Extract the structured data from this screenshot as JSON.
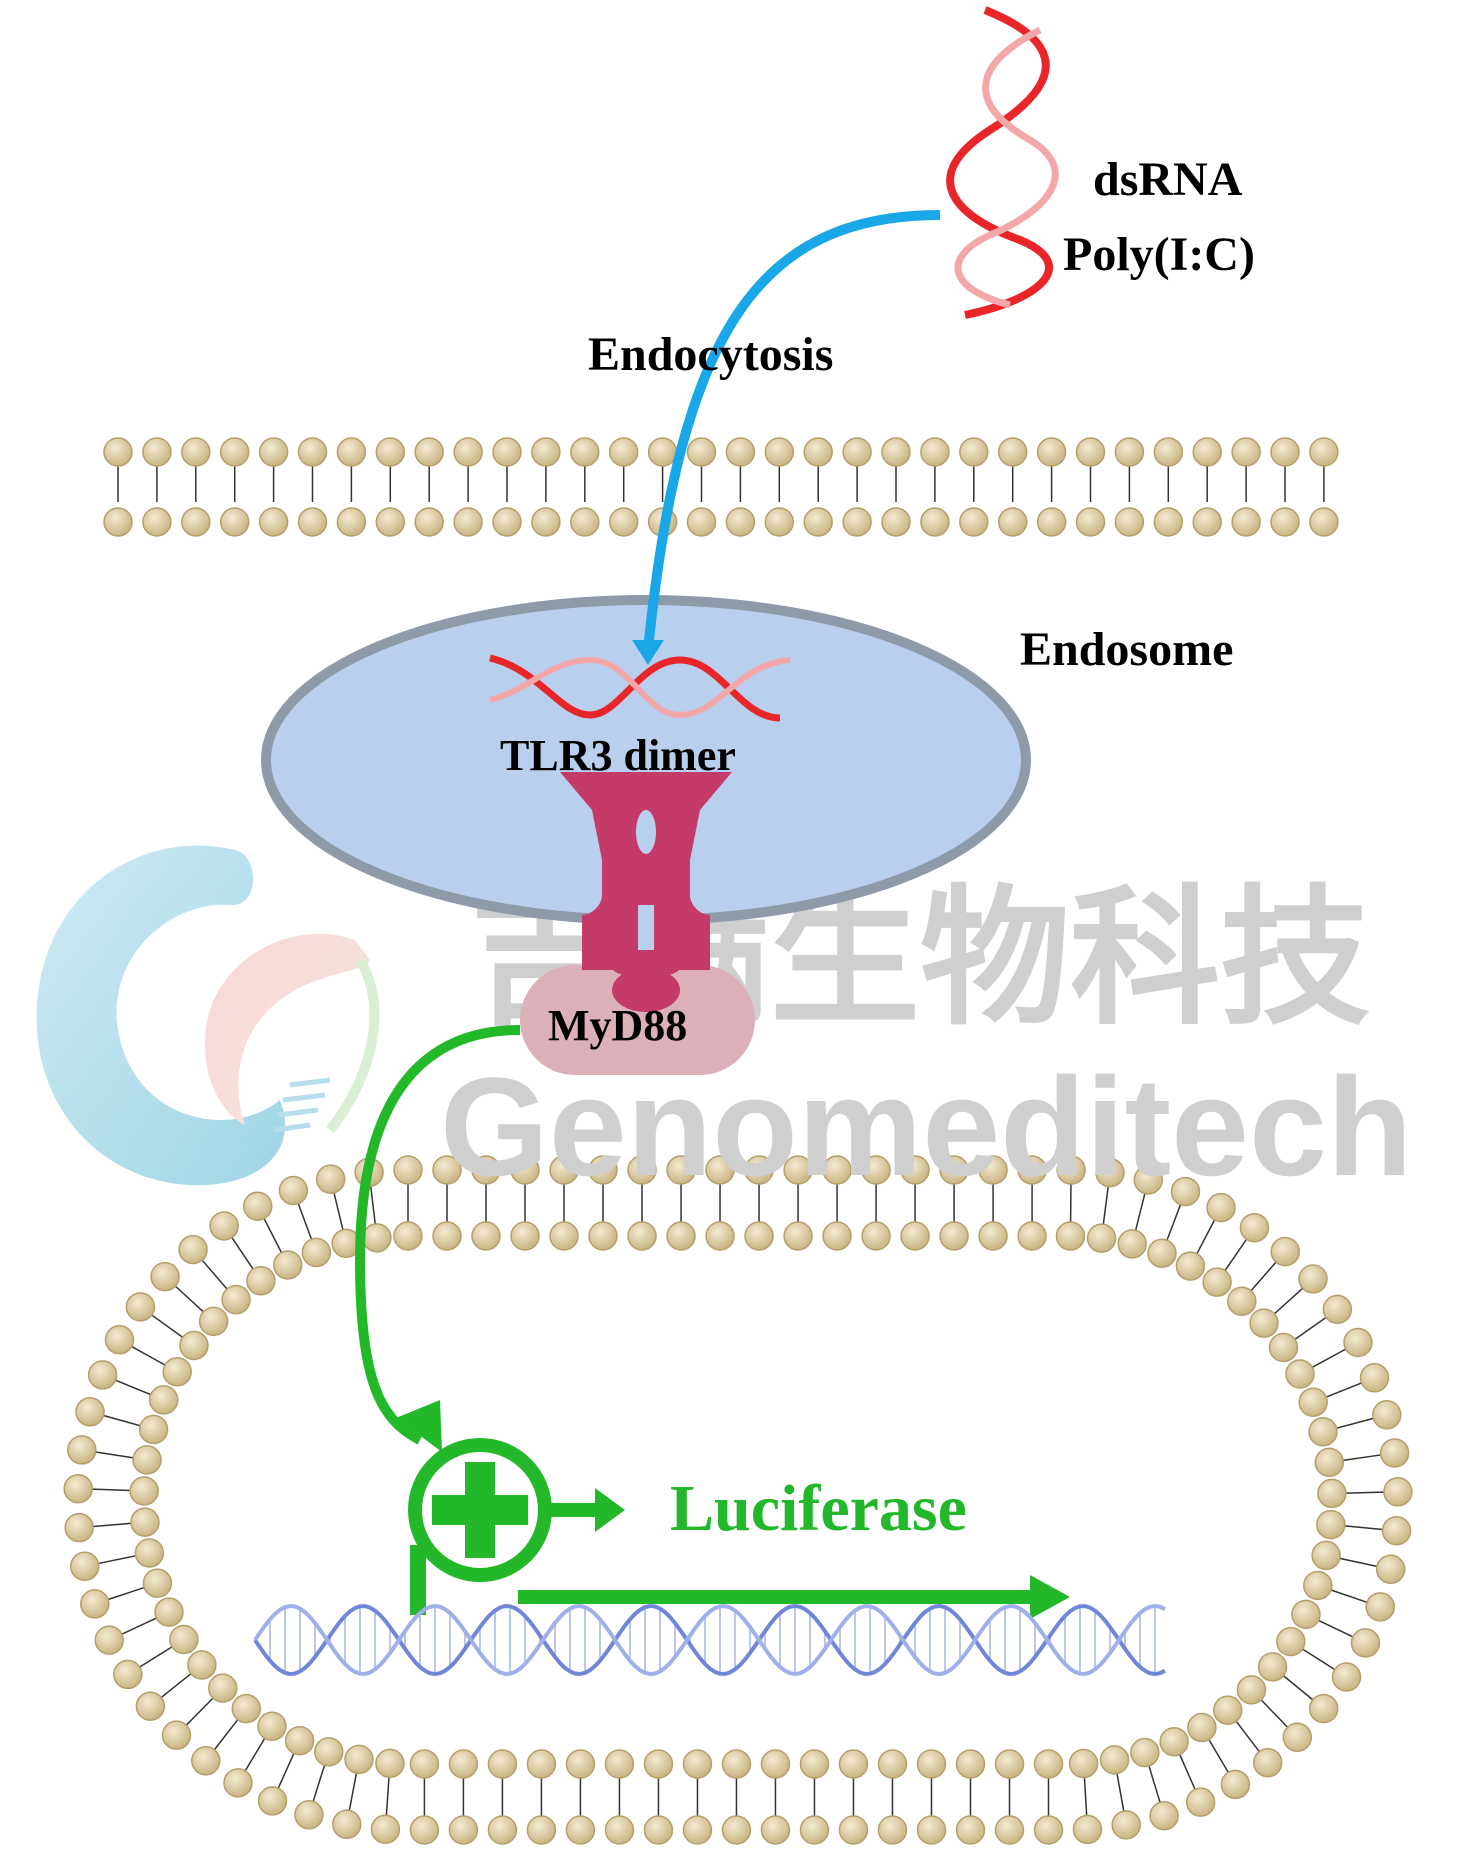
{
  "labels": {
    "ligand_line1": "dsRNA",
    "ligand_line2": "Poly(I:C)",
    "endocytosis": "Endocytosis",
    "endosome": "Endosome",
    "tlr3": "TLR3 dimer",
    "myd88": "MyD88",
    "reporter": "Luciferase"
  },
  "watermark": {
    "chinese": "吉满生物科技",
    "english": "Genomeditech"
  },
  "colors": {
    "endocytosis_arrow": "#1aa7e8",
    "signal_arrow": "#22b82a",
    "reporter_text": "#22b82a",
    "dsrna": "#e8262a",
    "tlr3": "#c43a68",
    "myd88_pad": "#dcb0b8",
    "endosome_fill": "#b9cfee",
    "endosome_border": "#8f9aa8",
    "lipid_head": "#d8c79e",
    "dna": "#6f86d9",
    "watermark": "#cfcfcf"
  },
  "icons": [
    "dsrna-helix-icon",
    "tlr3-receptor-icon",
    "promoter-plus-icon",
    "dna-helix-icon",
    "genomeditech-logo-icon"
  ]
}
